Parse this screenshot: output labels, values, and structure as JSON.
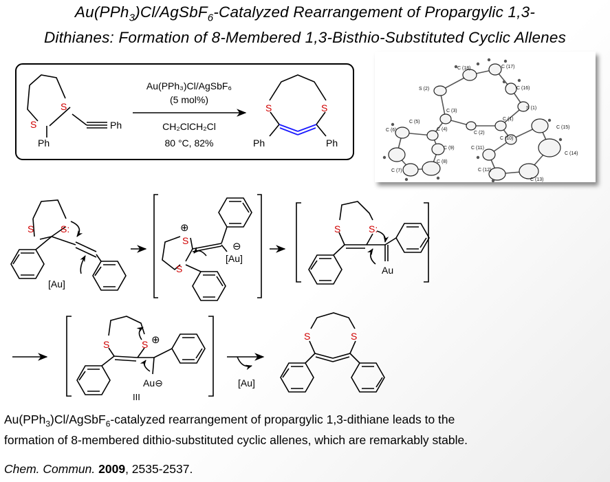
{
  "title": {
    "line1_a": "Au(PPh",
    "line1_sub": "3",
    "line1_b": ")Cl/AgSbF",
    "line1_sub2": "6",
    "line1_c": "-Catalyzed Rearrangement of Propargylic 1,3-",
    "line2": "Dithianes: Formation of 8-Membered 1,3-Bisthio-Substituted Cyclic Allenes"
  },
  "reaction": {
    "catalyst": "Au(PPh₃)Cl/AgSbF₆",
    "loading": "(5 mol%)",
    "solvent": "CH₂ClCH₂Cl",
    "conditions": "80 °C, 82%"
  },
  "atoms": {
    "sulfur": "S",
    "sulfur_lone": "S:",
    "phenyl": "Ph",
    "gold": "[Au]",
    "gold_plain": "Au",
    "gold_minus": "Au⊖",
    "plus": "⊕",
    "minus": "⊖",
    "intermediate_label": "III"
  },
  "xray_labels": [
    "C (18)",
    "C (17)",
    "C (16)",
    "S (2)",
    "S (1)",
    "C (3)",
    "C (5)",
    "C (4)",
    "C (2)",
    "C (1)",
    "C (10)",
    "C (15)",
    "C (6)",
    "C (9)",
    "C (11)",
    "C (14)",
    "C (7)",
    "C (8)",
    "C (12)",
    "C (13)"
  ],
  "caption": {
    "a": "Au(PPh",
    "sub1": "3",
    "b": ")Cl/AgSbF",
    "sub2": "6",
    "c": "-catalyzed rearrangement of propargylic 1,3-dithiane leads to the",
    "line2": "formation of 8-membered dithio-substituted cyclic allenes, which are remarkably stable."
  },
  "citation": {
    "journal": "Chem. Commun.",
    "year": "2009",
    "pages": ", 2535-2537."
  },
  "colors": {
    "sulfur": "#d00000",
    "allene": "#1a1aff",
    "bond": "#000000"
  }
}
